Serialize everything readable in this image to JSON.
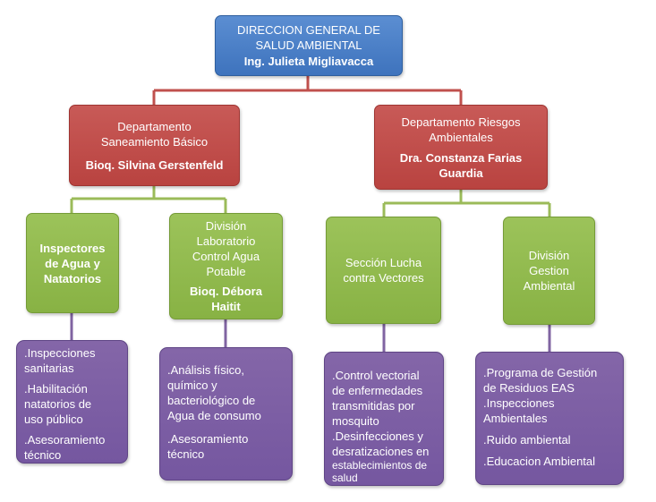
{
  "colors": {
    "director": "#4a7ec8",
    "department": "#c0504d",
    "division": "#92bb4f",
    "tasks": "#7b5ea4",
    "connector_red": "#c0504d",
    "connector_green": "#9bbb59",
    "connector_purple": "#8064a2"
  },
  "director": {
    "title_line1": "DIRECCION GENERAL DE",
    "title_line2": "SALUD AMBIENTAL",
    "person": "Ing. Julieta Migliavacca"
  },
  "dept_left": {
    "title_line1": "Departamento",
    "title_line2": "Saneamiento Básico",
    "person": "Bioq. Silvina Gerstenfeld"
  },
  "dept_right": {
    "title_line1": "Departamento Riesgos",
    "title_line2": "Ambientales",
    "person_line1": "Dra. Constanza Farias",
    "person_line2": "Guardia"
  },
  "div1": {
    "line1": "Inspectores",
    "line2": "de Agua y",
    "line3": "Natatorios"
  },
  "div2": {
    "line1": "División",
    "line2": "Laboratorio",
    "line3": "Control Agua",
    "line4": "Potable",
    "person_line1": "Bioq. Débora",
    "person_line2": "Haitit"
  },
  "div3": {
    "line1": "Sección Lucha",
    "line2": "contra Vectores"
  },
  "div4": {
    "line1": "División",
    "line2": "Gestion",
    "line3": "Ambiental"
  },
  "tasks1": {
    "i1a": ".Inspecciones",
    "i1b": "sanitarias",
    "i2a": ".Habilitación",
    "i2b": "natatorios de",
    "i2c": "uso público",
    "i3a": ".Asesoramiento",
    "i3b": "técnico"
  },
  "tasks2": {
    "i1a": ".Análisis físico,",
    "i1b": "químico y",
    "i1c": "bacteriológico de",
    "i1d": "Agua de consumo",
    "i2a": ".Asesoramiento",
    "i2b": "técnico"
  },
  "tasks3": {
    "i1a": ".Control vectorial",
    "i1b": "de enfermedades",
    "i1c": "transmitidas por",
    "i1d": "mosquito",
    "i2a": ".Desinfecciones y",
    "i2b": "desratizaciones  en",
    "i2c": "establecimientos de",
    "i2d": "salud"
  },
  "tasks4": {
    "i1a": ".Programa de Gestión",
    "i1b": "de Residuos EAS",
    "i2a": ".Inspecciones",
    "i2b": "Ambientales",
    "i3": ".Ruido ambiental",
    "i4": ".Educacion Ambiental"
  }
}
